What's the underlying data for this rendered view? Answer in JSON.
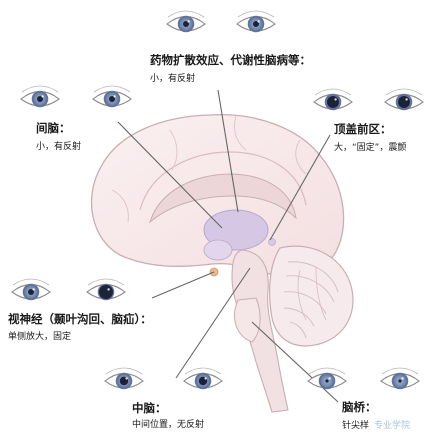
{
  "regions": [
    {
      "id": "drug",
      "title": "药物扩散效应、代谢性脑病等：",
      "desc": "小，有反射",
      "pupils": [
        "small",
        "small"
      ]
    },
    {
      "id": "diencephalon",
      "title": "间脑：",
      "desc": "小，有反射",
      "pupils": [
        "small",
        "small"
      ]
    },
    {
      "id": "pretectal",
      "title": "顶盖前区：",
      "desc": "大，“固定”，震颤",
      "pupils": [
        "large",
        "large"
      ]
    },
    {
      "id": "optic-nerve",
      "title": "视神经（颞叶沟回、脑疝）：",
      "desc": "单侧放大，固定",
      "pupils": [
        "small",
        "dilated"
      ]
    },
    {
      "id": "midbrain",
      "title": "中脑：",
      "desc": "中间位置，无反射",
      "pupils": [
        "medium",
        "medium"
      ]
    },
    {
      "id": "pons",
      "title": "脑桥：",
      "desc": "针尖样",
      "pupils": [
        "pinpoint",
        "pinpoint"
      ]
    }
  ],
  "watermark": "专业学院",
  "colors": {
    "iris": "#6a7fa6",
    "pupil": "#1c2238",
    "brain_outline": "#c9aeb1",
    "thalamus": "#d6c8e4",
    "leader": "#666666"
  }
}
